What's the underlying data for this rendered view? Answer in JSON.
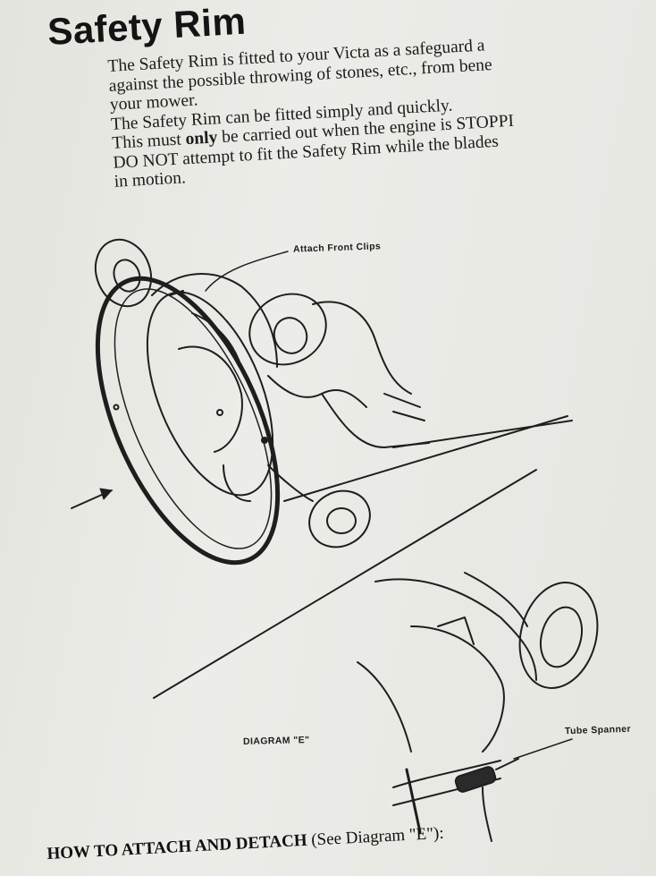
{
  "title": "Safety Rim",
  "paragraphs": [
    "The Safety Rim is fitted to your Victa as a safeguard a",
    "against the possible throwing of stones, etc., from bene",
    "your mower.",
    "The Safety Rim can be fitted simply and quickly."
  ],
  "line5": {
    "before": "This must ",
    "bold": "only",
    "after": " be carried out when the engine is STOPPI"
  },
  "line6": "DO NOT attempt to fit the Safety Rim while the blades",
  "line7": "in motion.",
  "labels": {
    "attach_front_clips": "Attach Front Clips",
    "diagram_e": "DIAGRAM \"E\"",
    "tube_spanner": "Tube Spanner"
  },
  "bottom_heading": {
    "bold": "HOW TO ATTACH AND DETACH",
    "rest": "(See Diagram \"E\"):"
  }
}
